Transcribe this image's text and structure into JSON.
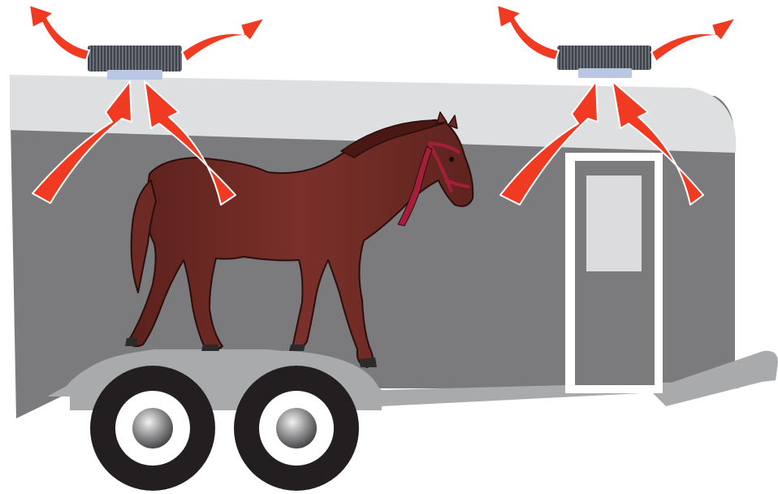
{
  "colors": {
    "background": "#ffffff",
    "trailer_body": "#7b7a7c",
    "trailer_roof": "#dedfe0",
    "trailer_trim": "#a9aaac",
    "door_frame": "#ffffff",
    "door_window": "#dcdcde",
    "tire": "#231f20",
    "rim": "#ffffff",
    "hub": "#8a8a8c",
    "arrow": "#f03a22",
    "arrow_outline": "#ffffff",
    "vent_grille": "#5a5d66",
    "vent_base": "#b9c6e4",
    "horse_coat": "#6d2a24",
    "horse_outline": "#2a0e0c",
    "halter": "#a41f3a"
  },
  "icons": [
    "roof-vent-icon",
    "airflow-arrow-icon",
    "horse-icon",
    "trailer-wheel-icon",
    "trailer-door-icon"
  ],
  "diagram": {
    "vent_count": 2,
    "arrows_per_vent": {
      "intake": 2,
      "exhaust": 2
    },
    "wheel_count": 2
  }
}
